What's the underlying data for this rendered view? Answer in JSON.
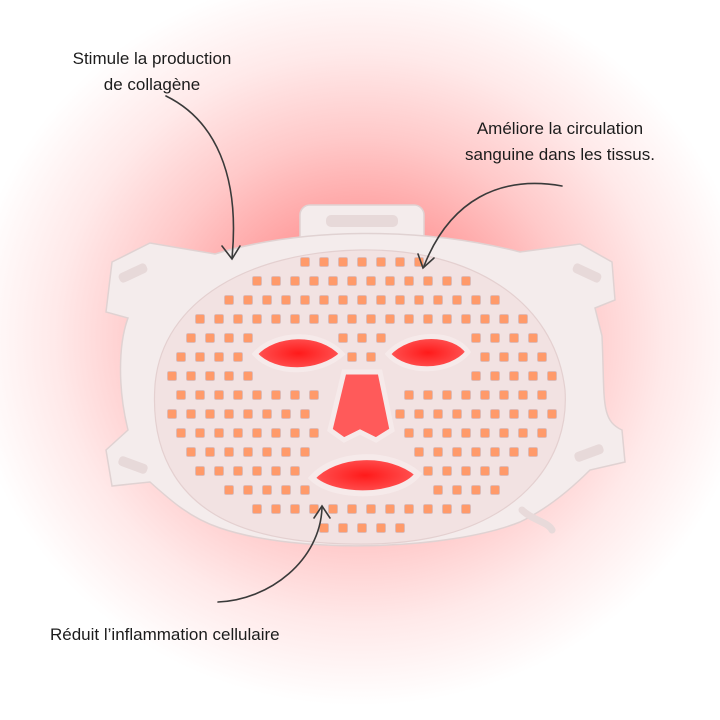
{
  "annotations": [
    {
      "lines": [
        "Stimule la production",
        "de collagène"
      ]
    },
    {
      "lines": [
        "Améliore la circulation",
        "sanguine dans les tissus."
      ]
    },
    {
      "lines": [
        "Réduit l’inflammation cellulaire"
      ]
    }
  ],
  "colors": {
    "glow": "#ff6f6f",
    "mask_frame": "#f4ecec",
    "mask_face": "#f2e2e2",
    "led": "#ff9a6a",
    "led_border": "#d8b9b9",
    "opening_glow": "#ff3b3b",
    "text": "#1c1c1c"
  }
}
